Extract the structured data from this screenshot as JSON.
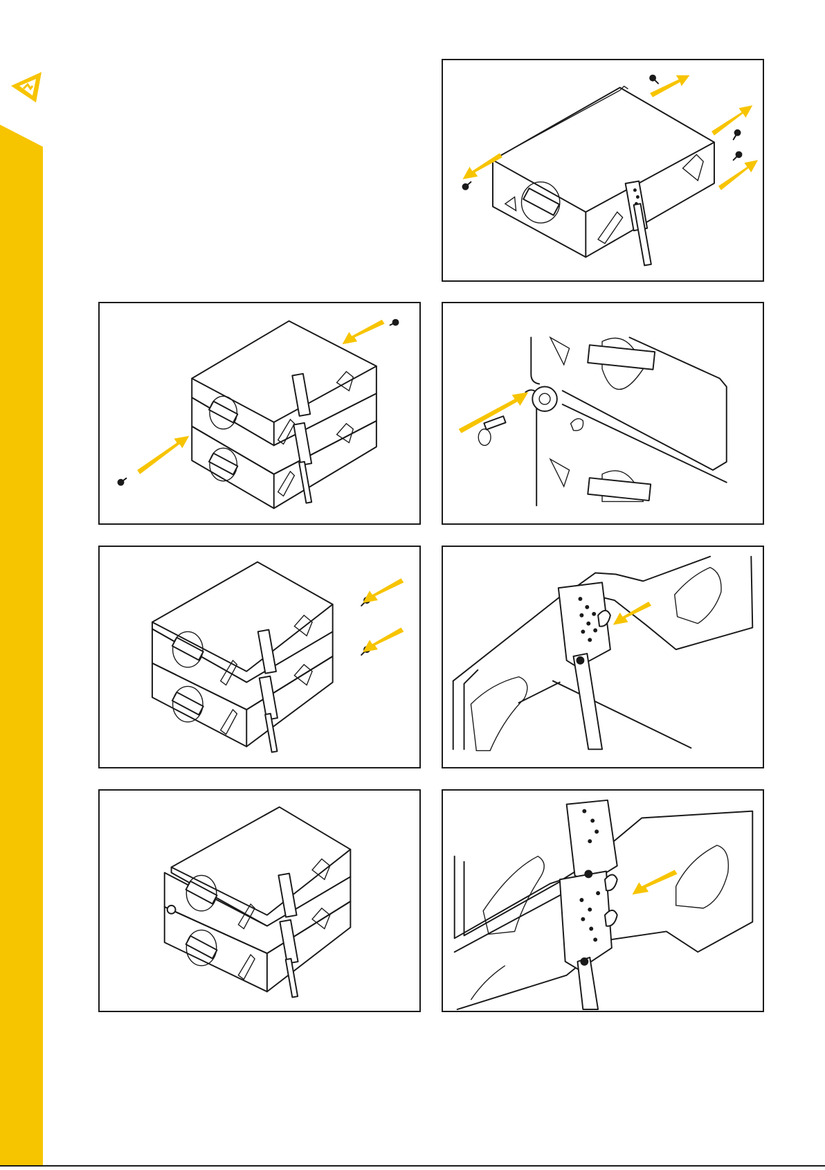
{
  "theme": {
    "accent": "#F7C400",
    "stroke": "#1A1A1A",
    "background": "#FFFFFF"
  },
  "brand": {
    "logo": "triangle-brand-logo"
  },
  "panels": [
    {
      "id": 1,
      "content": "single-cabinet-remove-pins",
      "icons": [
        "cabinet-icon",
        "pin-icon",
        "arrow-icon"
      ]
    },
    {
      "id": 2,
      "content": "two-cabinets-insert-pins",
      "icons": [
        "cabinet-icon",
        "pin-icon",
        "arrow-icon"
      ]
    },
    {
      "id": 3,
      "content": "detail-front-pin-insert",
      "icons": [
        "pin-icon",
        "arrow-icon"
      ]
    },
    {
      "id": 4,
      "content": "two-cabinets-rear-pins",
      "icons": [
        "cabinet-icon",
        "pin-icon",
        "arrow-icon"
      ]
    },
    {
      "id": 5,
      "content": "detail-rigging-bar",
      "icons": [
        "rigging-bar-icon",
        "arrow-icon"
      ]
    },
    {
      "id": 6,
      "content": "two-cabinets-assembled",
      "icons": [
        "cabinet-icon"
      ]
    },
    {
      "id": 7,
      "content": "detail-rigging-lock",
      "icons": [
        "rigging-bar-icon",
        "arrow-icon"
      ]
    }
  ]
}
